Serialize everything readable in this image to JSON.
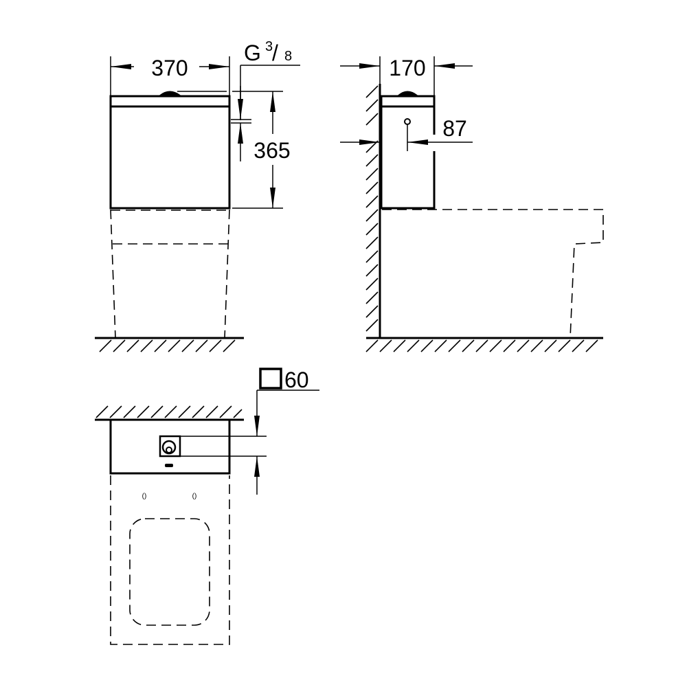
{
  "front_view": {
    "width_label": "370",
    "height_label": "365",
    "connection_label_main": "G",
    "connection_label_num": "3",
    "connection_label_den": "8"
  },
  "side_view": {
    "depth_label": "170",
    "inlet_offset_label": "87"
  },
  "top_view": {
    "button_size_symbol": "square",
    "button_size_label": "60"
  },
  "colors": {
    "line": "#000000",
    "background": "#ffffff"
  }
}
